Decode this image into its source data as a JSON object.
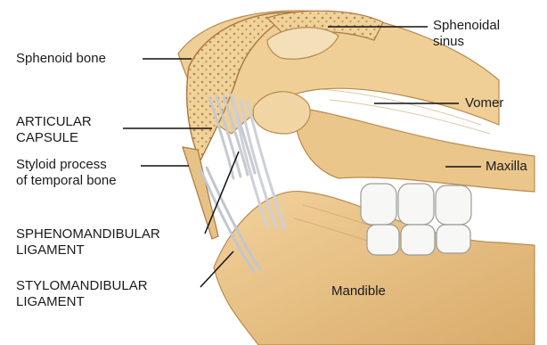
{
  "labels": {
    "sphenoid_bone": "Sphenoid bone",
    "sphenoidal_sinus_1": "Sphenoidal",
    "sphenoidal_sinus_2": "sinus",
    "vomer": "Vomer",
    "maxilla": "Maxilla",
    "articular_capsule_1": "ARTICULAR",
    "articular_capsule_2": "CAPSULE",
    "styloid_process_1": "Styloid process",
    "styloid_process_2": "of temporal bone",
    "sphenomandibular_ligament_1": "SPHENOMANDIBULAR",
    "sphenomandibular_ligament_2": "LIGAMENT",
    "stylomandibular_ligament_1": "STYLOMANDIBULAR",
    "stylomandibular_ligament_2": "LIGAMENT",
    "mandible": "Mandible"
  },
  "colors": {
    "bone": "#ecc98f",
    "bone_dark": "#c99a5a",
    "muscle": "#e8c48a",
    "ligament": "#c9ccd4",
    "teeth": "#f7f7f5",
    "leader_line": "#111111"
  }
}
